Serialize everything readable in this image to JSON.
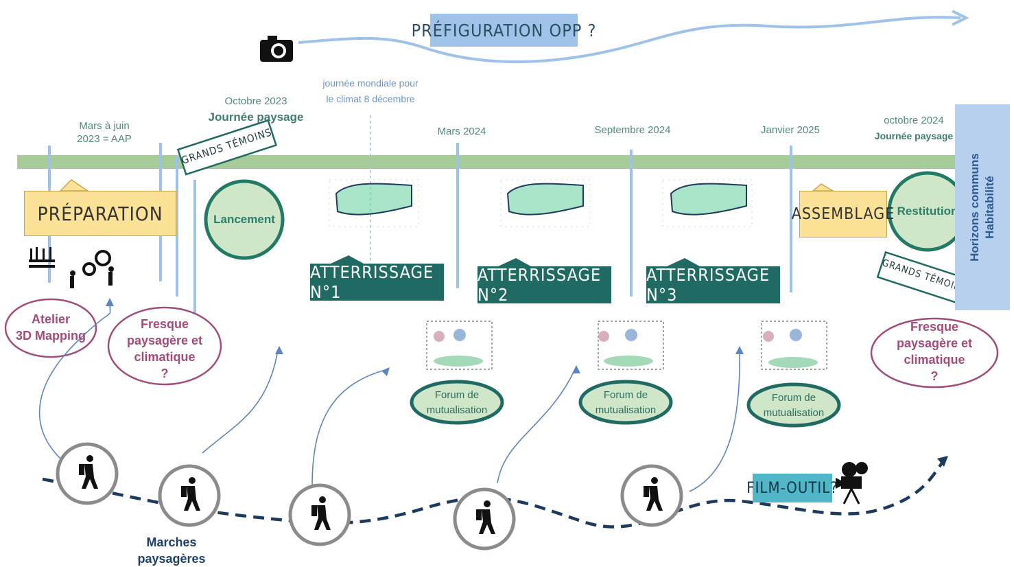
{
  "top_banner": {
    "label": "PRÉFIGURATION OPP ?"
  },
  "annotations": {
    "climate_day": "journée mondiale pour\nle climat 8 décembre"
  },
  "timeline": {
    "dates": [
      {
        "id": "mars-juin",
        "line1": "Mars à juin",
        "line2": "2023  = AAP"
      },
      {
        "id": "oct2023",
        "line1": "Octobre 2023",
        "line2": "Journée paysage"
      },
      {
        "id": "mars2024",
        "line1": "Mars 2024"
      },
      {
        "id": "sept2024",
        "line1": "Septembre 2024"
      },
      {
        "id": "jan2025",
        "line1": "Janvier 2025"
      },
      {
        "id": "oct2024",
        "line1": "octobre 2024",
        "line2": "Journée paysage"
      }
    ]
  },
  "phases": {
    "preparation": "PRÉPARATION",
    "assemblage": "ASSEMBLAGE",
    "grands_temoins": "GRANDS TÉMOINS",
    "lancement": "Lancement",
    "restitution": "Restitution",
    "horizons": "Horizons communs\nHabitabilité",
    "atterrissages": [
      "ATTERRISSAGE N°1",
      "ATTERRISSAGE N°2",
      "ATTERRISSAGE N°3"
    ]
  },
  "forums": [
    "Forum de\nmutualisation",
    "Forum de\nmutualisation",
    "Forum de\nmutualisation"
  ],
  "bubbles": {
    "atelier": "Atelier\n3D Mapping",
    "fresque_left": "Fresque\npaysagère et\nclimatique\n?",
    "fresque_right": "Fresque\npaysagère et\nclimatique\n?"
  },
  "bottom": {
    "marches": "Marches\npaysagères",
    "film": "FILM-OUTIL?"
  },
  "colors": {
    "arrow_green": "#a7cc9a",
    "teal_box": "#1f6a62",
    "yellow_box": "#fbe296",
    "bubble_pink": "#a24c79",
    "blue_banner": "#9fc3e8",
    "dashed_navy": "#1d3a5f"
  }
}
